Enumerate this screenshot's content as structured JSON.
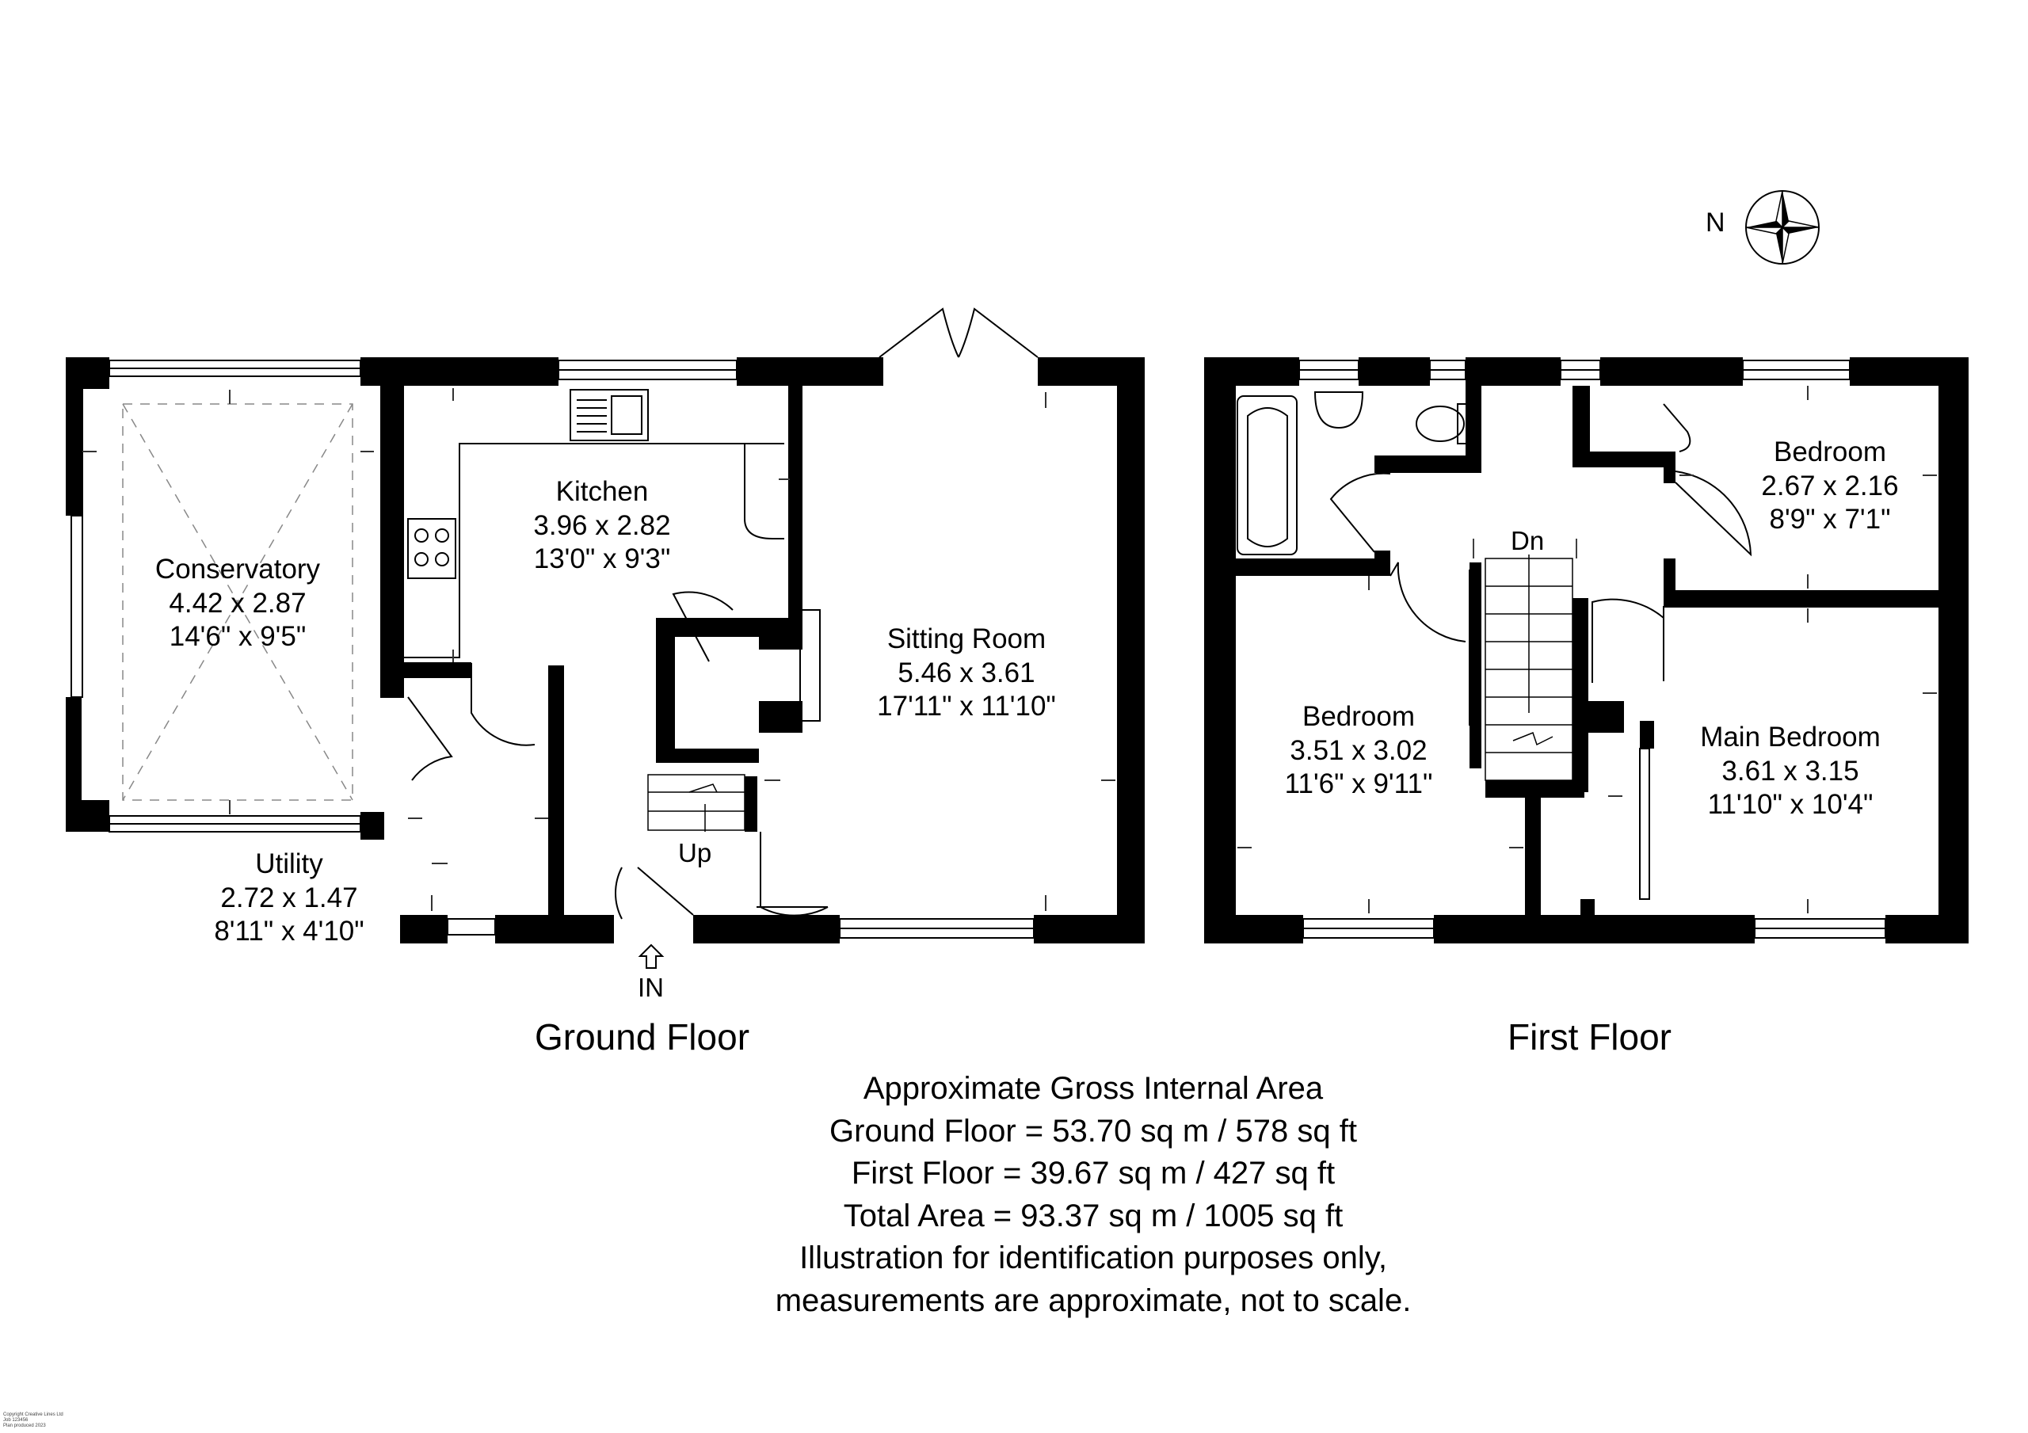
{
  "compass": {
    "label": "N",
    "icon": "compass-rose-icon"
  },
  "ground_floor": {
    "title": "Ground Floor",
    "entrance_label": "IN",
    "stairs_label": "Up",
    "rooms": [
      {
        "name": "Conservatory",
        "metric": "4.42 x 2.87",
        "imperial": "14'6\" x 9'5\""
      },
      {
        "name": "Kitchen",
        "metric": "3.96 x 2.82",
        "imperial": "13'0\" x 9'3\""
      },
      {
        "name": "Sitting Room",
        "metric": "5.46 x 3.61",
        "imperial": "17'11\" x 11'10\""
      },
      {
        "name": "Utility",
        "metric": "2.72 x 1.47",
        "imperial": "8'11\" x 4'10\""
      }
    ]
  },
  "first_floor": {
    "title": "First Floor",
    "stairs_label": "Dn",
    "rooms": [
      {
        "name": "Bedroom",
        "metric": "2.67 x 2.16",
        "imperial": "8'9\" x 7'1\""
      },
      {
        "name": "Bedroom",
        "metric": "3.51 x 3.02",
        "imperial": "11'6\" x 9'11\""
      },
      {
        "name": "Main Bedroom",
        "metric": "3.61 x 3.15",
        "imperial": "11'10\" x 10'4\""
      }
    ]
  },
  "summary": {
    "heading": "Approximate Gross Internal Area",
    "ground": "Ground Floor = 53.70 sq m / 578 sq ft",
    "first": "First Floor = 39.67 sq m / 427 sq ft",
    "total": "Total Area = 93.37 sq m / 1005 sq ft",
    "disclaimer_1": "Illustration for identification purposes only,",
    "disclaimer_2": "measurements are approximate, not to scale."
  },
  "copyright": [
    "Copyright Creative Lines Ltd",
    "Job 123456",
    "Plan produced 2023"
  ],
  "colors": {
    "wall": "#000000",
    "line": "#555555",
    "background": "#ffffff"
  }
}
